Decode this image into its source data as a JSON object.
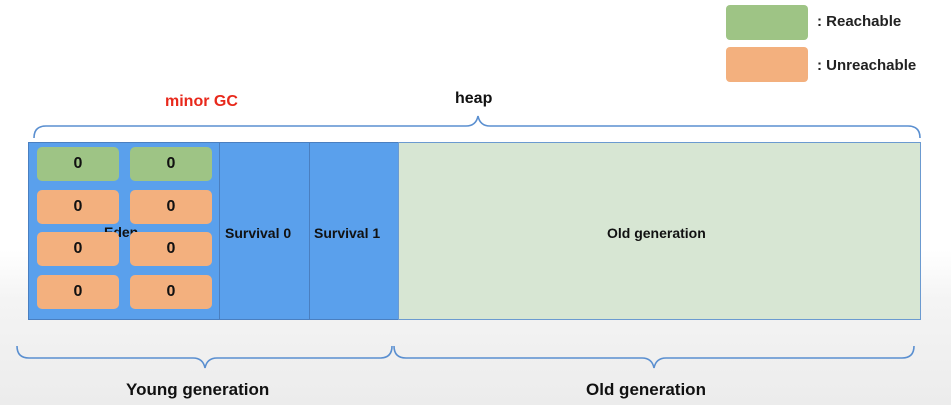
{
  "legend": {
    "reachable_label": ": Reachable",
    "unreachable_label": ": Unreachable",
    "reachable_color": "#9ec485",
    "unreachable_color": "#f3b07e"
  },
  "annotations": {
    "minor_gc": "minor GC",
    "minor_gc_color": "#e8281b",
    "heap": "heap"
  },
  "heap": {
    "eden_label": "Eden",
    "survival0_label": "Survival 0",
    "survival1_label": "Survival 1",
    "old_label": "Old generation",
    "objects": [
      {
        "value": "0",
        "state": "reachable"
      },
      {
        "value": "0",
        "state": "reachable"
      },
      {
        "value": "0",
        "state": "unreachable"
      },
      {
        "value": "0",
        "state": "unreachable"
      },
      {
        "value": "0",
        "state": "unreachable"
      },
      {
        "value": "0",
        "state": "unreachable"
      },
      {
        "value": "0",
        "state": "unreachable"
      },
      {
        "value": "0",
        "state": "unreachable"
      }
    ]
  },
  "bottom": {
    "young_label": "Young generation",
    "old_label": "Old generation"
  }
}
